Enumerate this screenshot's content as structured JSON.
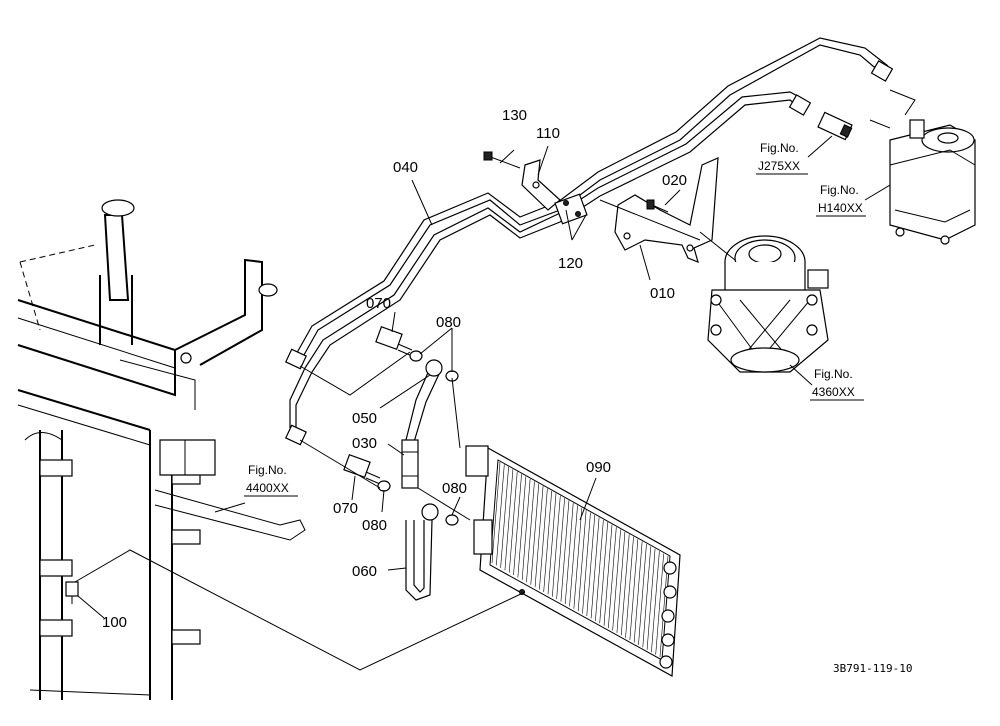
{
  "labels": {
    "p010": "010",
    "p020": "020",
    "p030": "030",
    "p040": "040",
    "p050": "050",
    "p060": "060",
    "p070a": "070",
    "p070b": "070",
    "p080a": "080",
    "p080b": "080",
    "p080c": "080",
    "p090": "090",
    "p100": "100",
    "p110": "110",
    "p120": "120",
    "p130": "130"
  },
  "fig_refs": {
    "j275": {
      "line1": "Fig.No.",
      "line2": "J275XX"
    },
    "h140": {
      "line1": "Fig.No.",
      "line2": "H140XX"
    },
    "x4360": {
      "line1": "Fig.No.",
      "line2": "4360XX"
    },
    "x4400": {
      "line1": "Fig.No.",
      "line2": "4400XX"
    }
  },
  "drawing_code": "3B791-119-10"
}
